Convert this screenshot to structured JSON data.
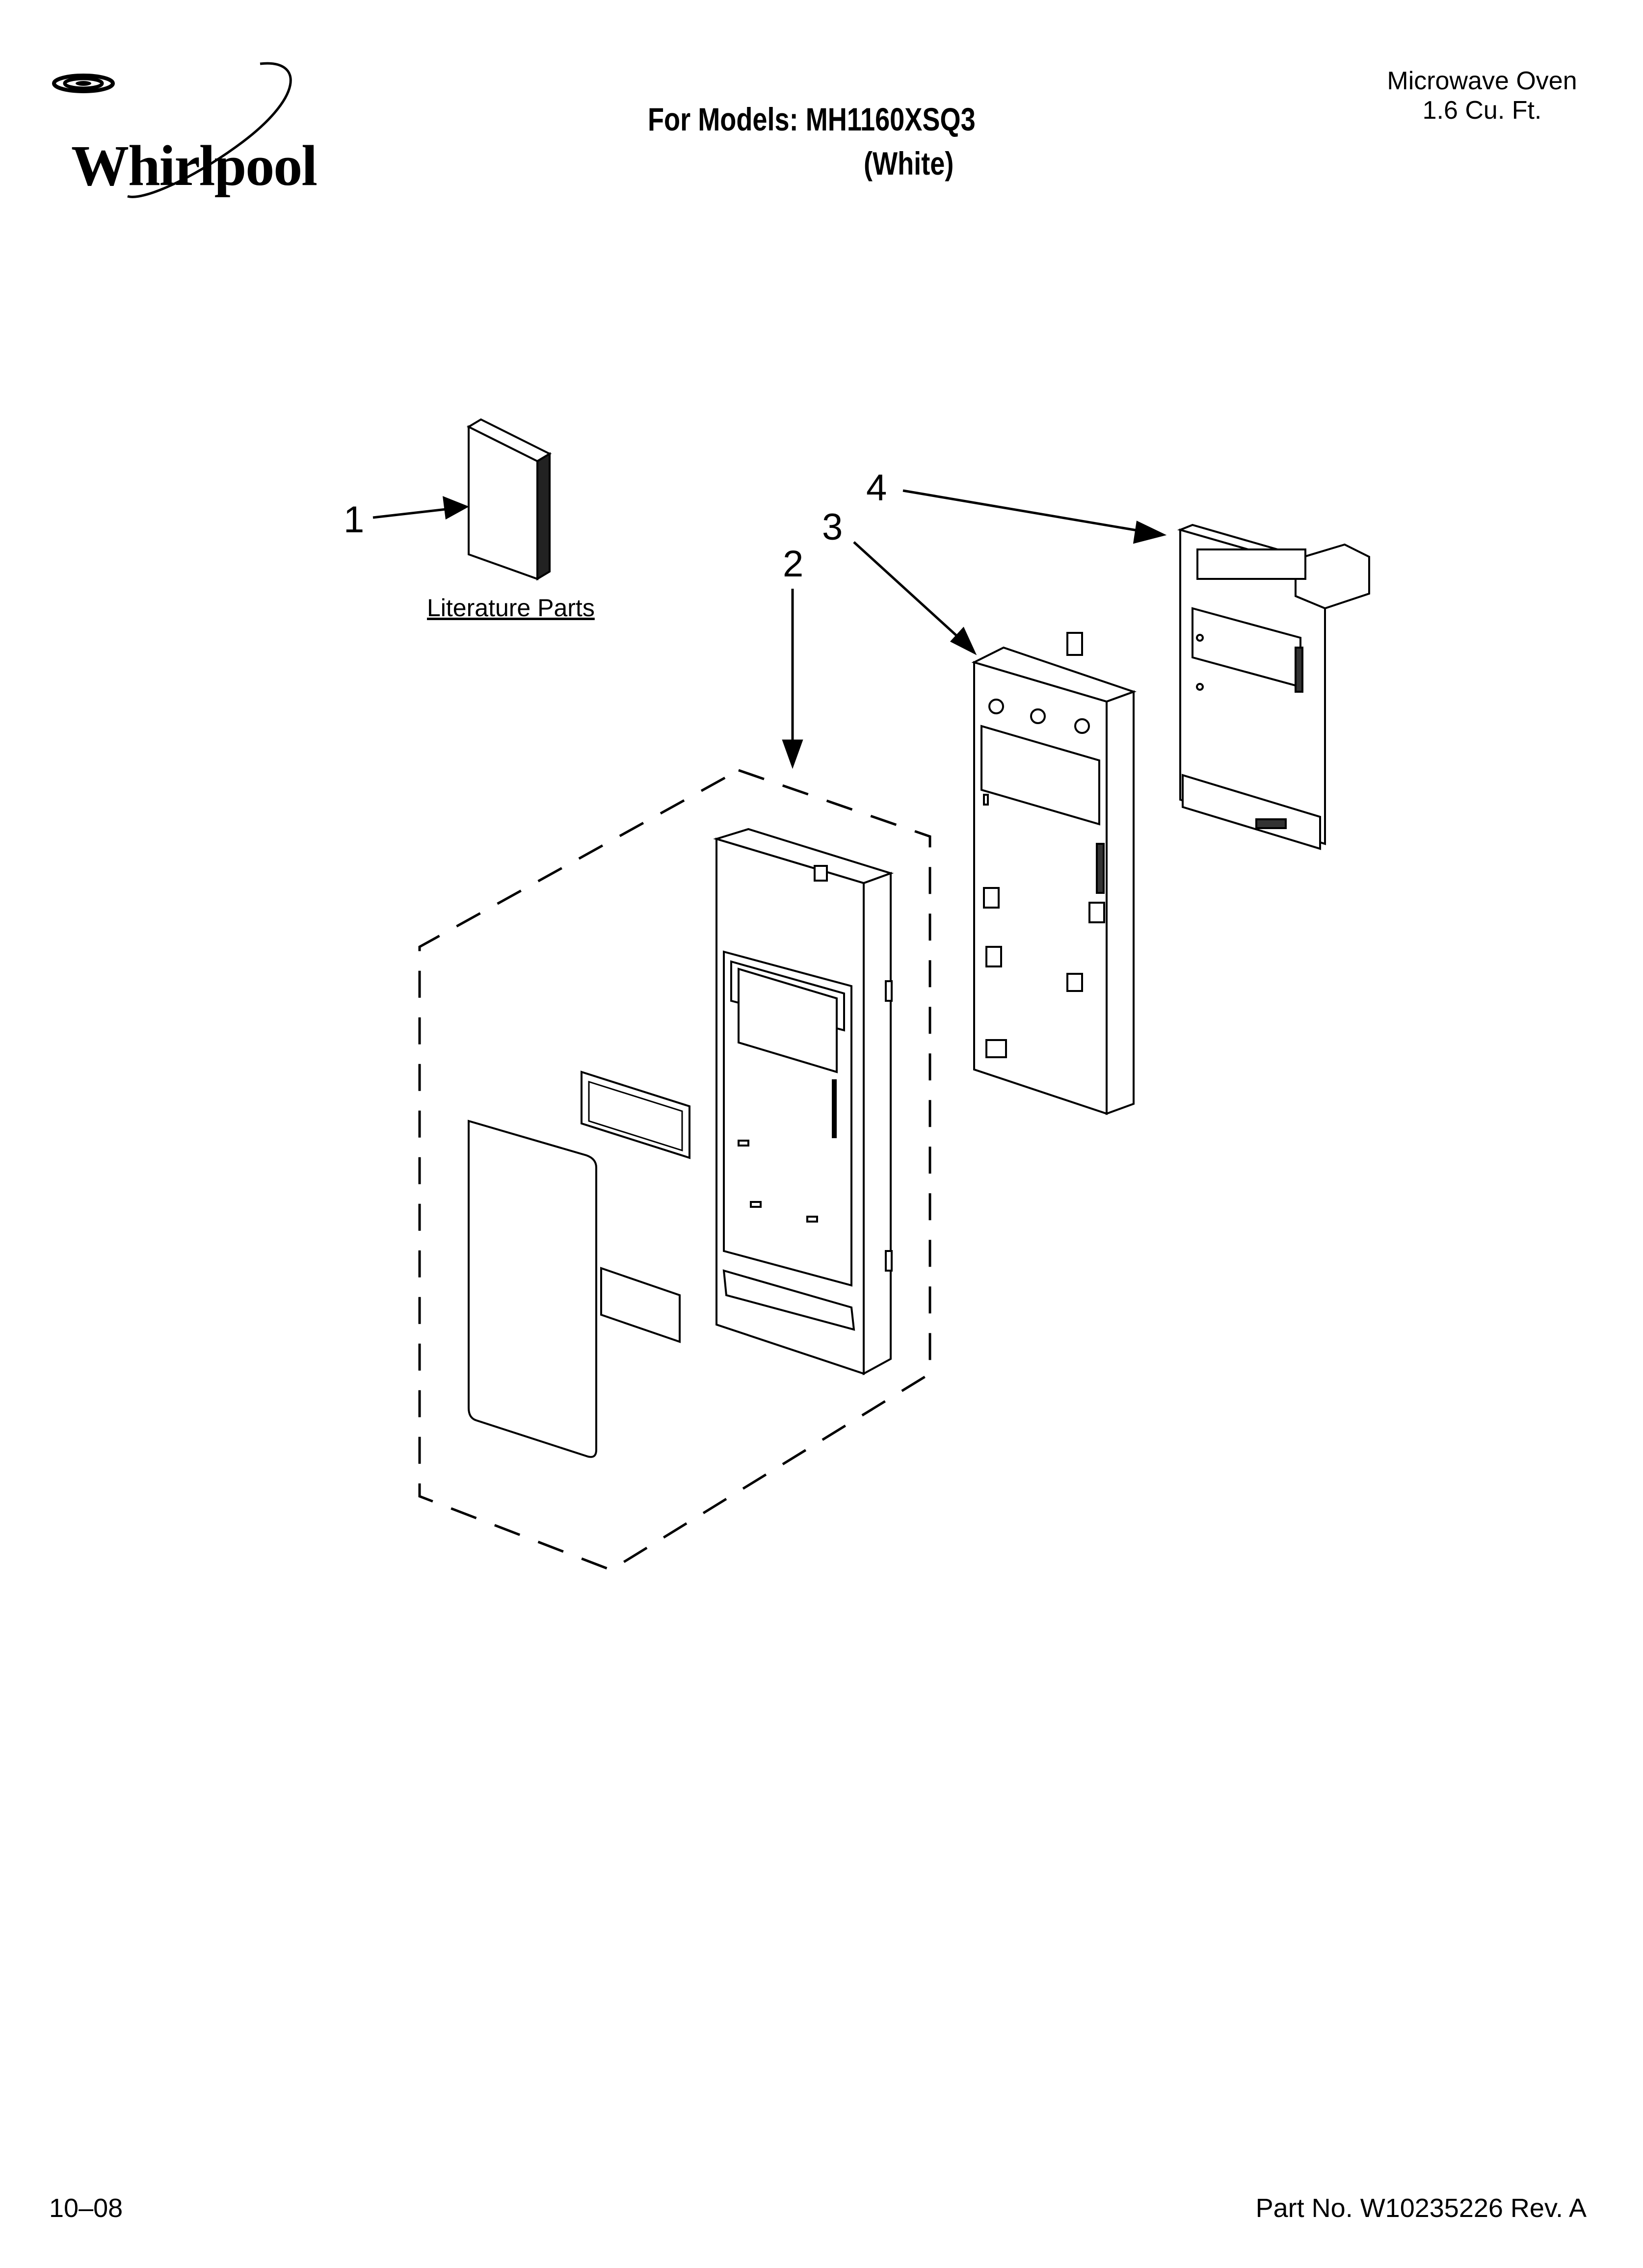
{
  "header": {
    "brand": "Whirlpool",
    "models_line": "For Models: MH1160XSQ3",
    "color_line": "(White)",
    "product_type": "Microwave Oven",
    "capacity": "1.6 Cu. Ft."
  },
  "diagram": {
    "callouts": [
      "1",
      "2",
      "3",
      "4"
    ],
    "literature_label": "Literature Parts"
  },
  "footer": {
    "date_code": "10–08",
    "part_number": "Part No. W10235226 Rev. A"
  }
}
